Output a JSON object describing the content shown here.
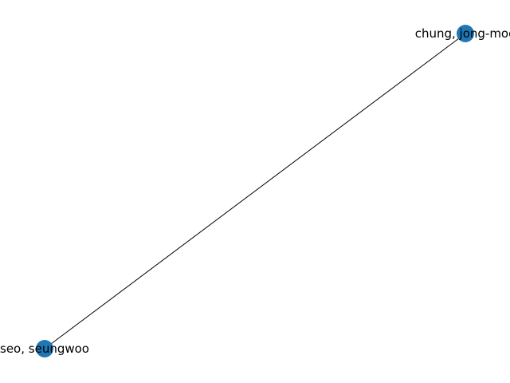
{
  "graph": {
    "node_color": "#1f77b4",
    "edge_color": "#000000",
    "nodes": [
      {
        "id": "seo",
        "label": "seo, seungwoo"
      },
      {
        "id": "chung",
        "label": "chung, jong-moo"
      }
    ],
    "edges": [
      {
        "source": "seo",
        "target": "chung"
      }
    ]
  }
}
